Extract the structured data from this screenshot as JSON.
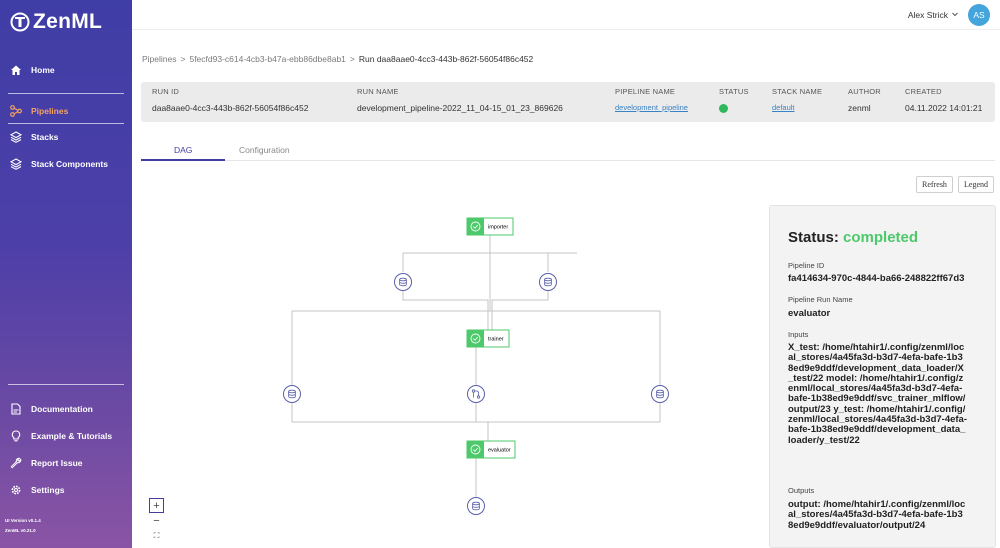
{
  "app": {
    "logo_text": "ZenML"
  },
  "sidebar": {
    "items": [
      {
        "label": "Home",
        "icon": "home-icon"
      },
      {
        "label": "Pipelines",
        "icon": "pipelines-icon",
        "active": true
      },
      {
        "label": "Stacks",
        "icon": "stacks-icon"
      },
      {
        "label": "Stack Components",
        "icon": "stack-components-icon"
      }
    ],
    "bottom_items": [
      {
        "label": "Documentation",
        "icon": "documentation-icon"
      },
      {
        "label": "Example & Tutorials",
        "icon": "bulb-icon"
      },
      {
        "label": "Report Issue",
        "icon": "tools-icon"
      },
      {
        "label": "Settings",
        "icon": "gear-icon"
      }
    ],
    "ui_version": "UI Version v0.1.4",
    "zenml_version": "ZenML v0.21.0"
  },
  "header": {
    "user_name": "Alex Strick",
    "avatar_initials": "AS"
  },
  "breadcrumb": {
    "root": "Pipelines",
    "pipeline": "5fecfd93-c614-4cb3-b47a-ebb86dbe8ab1",
    "current": "Run daa8aae0-4cc3-443b-862f-56054f86c452"
  },
  "run_info": {
    "run_id": {
      "label": "RUN ID",
      "value": "daa8aae0-4cc3-443b-862f-56054f86c452"
    },
    "run_name": {
      "label": "RUN NAME",
      "value": "development_pipeline-2022_11_04-15_01_23_869626"
    },
    "pipeline_name": {
      "label": "PIPELINE NAME",
      "value": "development_pipeline"
    },
    "status": {
      "label": "STATUS",
      "color": "#2fb85b"
    },
    "stack_name": {
      "label": "STACK NAME",
      "value": "default"
    },
    "author": {
      "label": "AUTHOR",
      "value": "zenml"
    },
    "created": {
      "label": "CREATED",
      "value": "04.11.2022 14:01:21"
    }
  },
  "tabs": [
    {
      "label": "DAG",
      "active": true
    },
    {
      "label": "Configuration",
      "active": false
    }
  ],
  "toolbar": {
    "refresh_label": "Refresh",
    "legend_label": "Legend"
  },
  "dag": {
    "steps": [
      {
        "name": "importer",
        "status": "completed"
      },
      {
        "name": "trainer",
        "status": "completed"
      },
      {
        "name": "evaluator",
        "status": "completed"
      }
    ],
    "colors": {
      "step_border": "#4cc96a",
      "step_icon_bg": "#4cc96a",
      "artifact": "#5a5fa8",
      "edge": "#c4c4c4"
    }
  },
  "zoom": {
    "in": "+",
    "out": "−",
    "fit": "⛶"
  },
  "status_panel": {
    "title_prefix": "Status: ",
    "status": "completed",
    "pipeline_id_label": "Pipeline ID",
    "pipeline_id": "fa414634-970c-4844-ba66-248822ff67d3",
    "run_name_label": "Pipeline Run Name",
    "run_name": "evaluator",
    "inputs_label": "Inputs",
    "inputs": "X_test: /home/htahir1/.config/zenml/local_stores/4a45fa3d-b3d7-4efa-bafe-1b38ed9e9ddf/development_data_loader/X_test/22 model: /home/htahir1/.config/zenml/local_stores/4a45fa3d-b3d7-4efa-bafe-1b38ed9e9ddf/svc_trainer_mlflow/output/23 y_test: /home/htahir1/.config/zenml/local_stores/4a45fa3d-b3d7-4efa-bafe-1b38ed9e9ddf/development_data_loader/y_test/22",
    "outputs_label": "Outputs",
    "outputs": "output: /home/htahir1/.config/zenml/local_stores/4a45fa3d-b3d7-4efa-bafe-1b38ed9e9ddf/evaluator/output/24"
  }
}
